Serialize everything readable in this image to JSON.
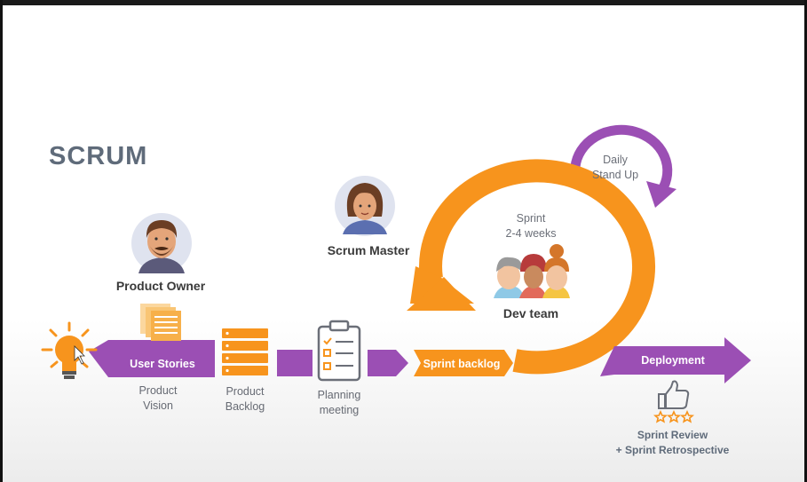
{
  "title": "SCRUM",
  "roles": {
    "product_owner": "Product Owner",
    "scrum_master": "Scrum Master",
    "dev_team": "Dev team"
  },
  "flow": {
    "user_stories": "User Stories",
    "sprint_backlog": "Sprint backlog",
    "deployment": "Deployment"
  },
  "labels": {
    "product_vision": "Product\nVision",
    "product_backlog": "Product\nBacklog",
    "planning_meeting": "Planning\nmeeting",
    "sprint": "Sprint\n2-4 weeks",
    "daily_standup": "Daily\nStand Up",
    "sprint_review": "Sprint Review\n+ Sprint Retrospective"
  },
  "colors": {
    "purple": "#9b4fb4",
    "orange": "#f7941d",
    "text_gray": "#666a73",
    "title_gray": "#5f6b7a"
  },
  "icons": [
    "lightbulb-icon",
    "documents-icon",
    "stack-icon",
    "clipboard-icon",
    "thumbs-up-icon",
    "star-icon"
  ]
}
